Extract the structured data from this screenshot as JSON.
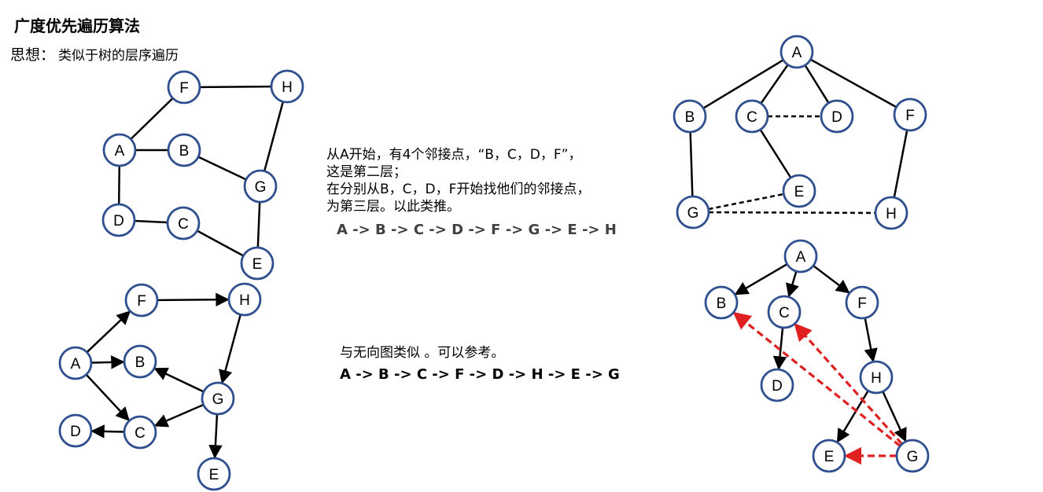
{
  "title": "广度优先遍历算法",
  "idea_label": "思想：",
  "idea_text": "类似于树的层序遍历",
  "undirected_text": [
    "从A开始，有4个邻接点，“B，C，D，F”，",
    "这是第二层；",
    "在分别从B，C，D，F开始找他们的邻接点，",
    "为第三层。以此类推。"
  ],
  "undirected_sequence": "A -> B -> C -> D -> F -> G -> E -> H",
  "directed_text": "与无向图类似 。可以参考。",
  "directed_sequence": "A -> B -> C -> F -> D -> H -> E -> G",
  "colors": {
    "node_stroke": "#2f4f8f",
    "edge": "#000000",
    "back_edge": "#e02020"
  },
  "graphs": [
    {
      "name": "undirected-graph",
      "nodes": [
        "F",
        "H",
        "A",
        "B",
        "G",
        "D",
        "C",
        "E"
      ],
      "edges": [
        [
          "A",
          "F"
        ],
        [
          "F",
          "H"
        ],
        [
          "A",
          "B"
        ],
        [
          "A",
          "D"
        ],
        [
          "B",
          "G"
        ],
        [
          "H",
          "G"
        ],
        [
          "D",
          "C"
        ],
        [
          "C",
          "E"
        ],
        [
          "G",
          "E"
        ]
      ]
    },
    {
      "name": "directed-graph",
      "nodes": [
        "F",
        "H",
        "A",
        "B",
        "G",
        "D",
        "C",
        "E"
      ],
      "edges": [
        [
          "A",
          "F"
        ],
        [
          "F",
          "H"
        ],
        [
          "A",
          "B"
        ],
        [
          "A",
          "C"
        ],
        [
          "H",
          "G"
        ],
        [
          "G",
          "B"
        ],
        [
          "G",
          "C"
        ],
        [
          "C",
          "D"
        ],
        [
          "G",
          "E"
        ]
      ]
    },
    {
      "name": "undirected-bfs-tree",
      "nodes": [
        "A",
        "B",
        "C",
        "D",
        "F",
        "E",
        "G",
        "H"
      ],
      "edges": [
        [
          "A",
          "B"
        ],
        [
          "A",
          "C"
        ],
        [
          "A",
          "D"
        ],
        [
          "A",
          "F"
        ],
        [
          "C",
          "E"
        ],
        [
          "B",
          "G"
        ],
        [
          "F",
          "H"
        ]
      ],
      "dashed_edges": [
        [
          "C",
          "D"
        ],
        [
          "G",
          "E"
        ],
        [
          "G",
          "H"
        ]
      ]
    },
    {
      "name": "directed-bfs-tree",
      "nodes": [
        "A",
        "B",
        "C",
        "F",
        "D",
        "H",
        "E",
        "G"
      ],
      "edges": [
        [
          "A",
          "B"
        ],
        [
          "A",
          "C"
        ],
        [
          "A",
          "F"
        ],
        [
          "C",
          "D"
        ],
        [
          "F",
          "H"
        ],
        [
          "H",
          "E"
        ],
        [
          "H",
          "G"
        ]
      ],
      "back_edges": [
        [
          "G",
          "E"
        ],
        [
          "G",
          "B"
        ],
        [
          "G",
          "C"
        ]
      ]
    }
  ]
}
